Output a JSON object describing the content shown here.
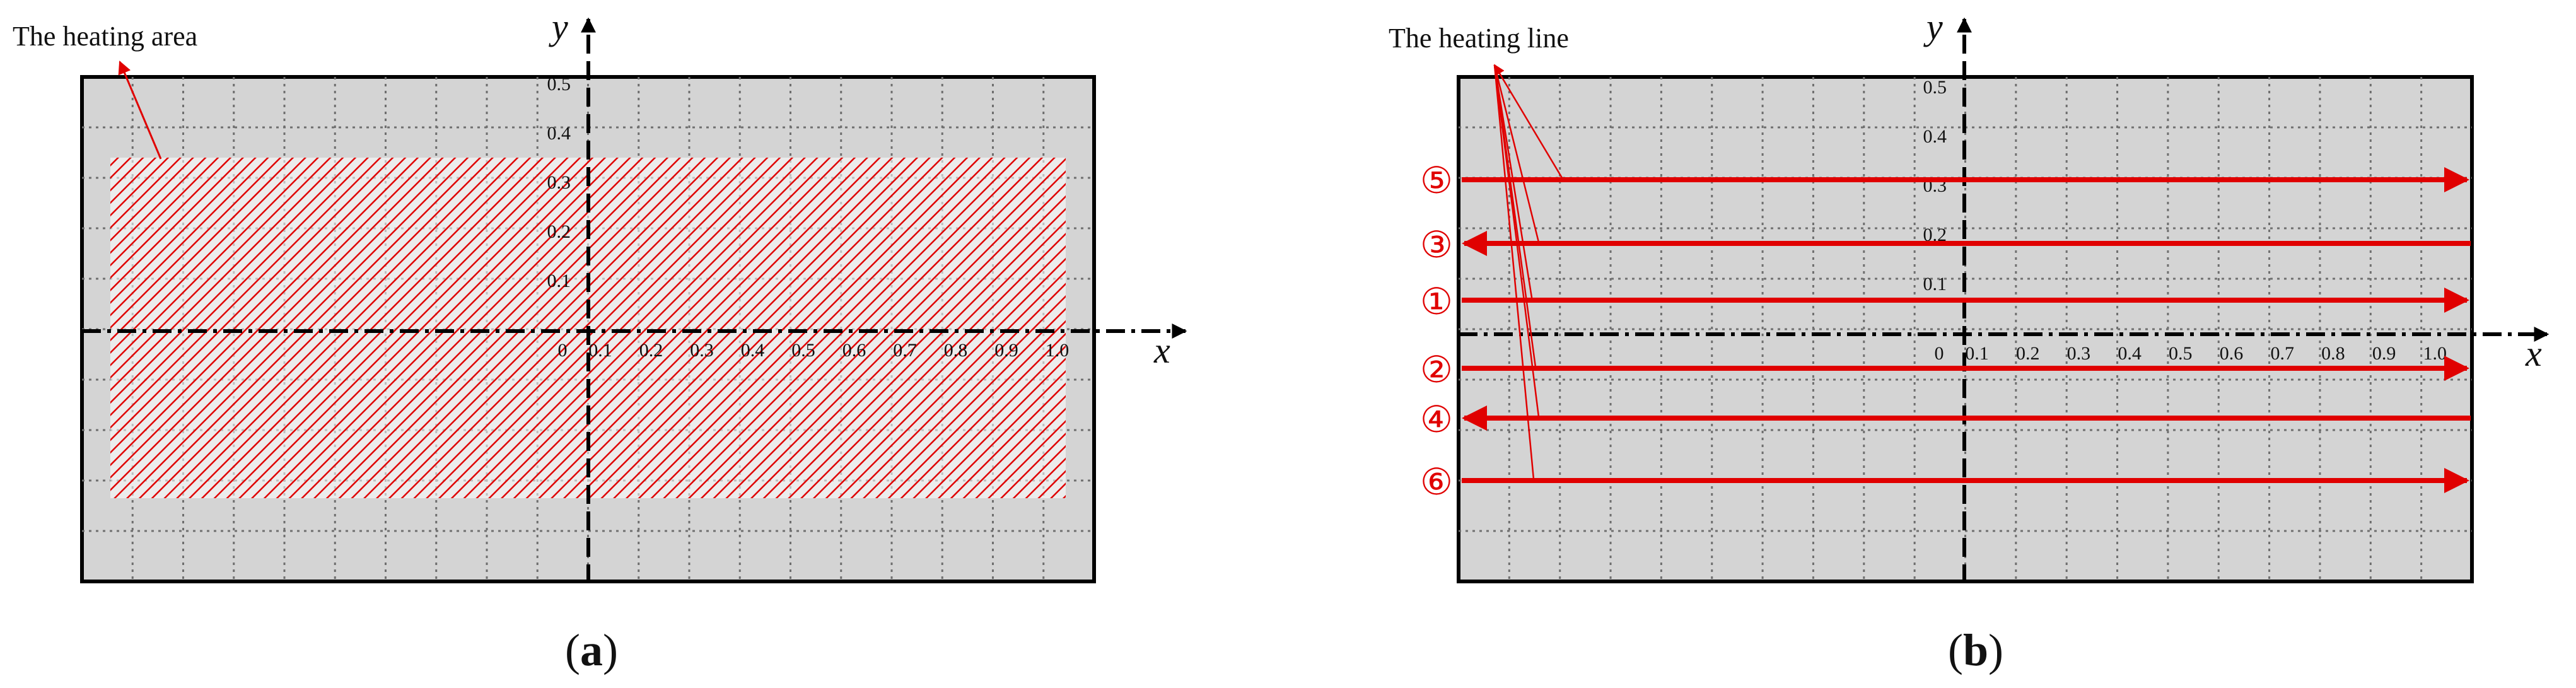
{
  "figure_a": {
    "annotation": "The heating area",
    "axis_x": "x",
    "axis_y": "y",
    "x_ticks": [
      "0",
      "0.1",
      "0.2",
      "0.3",
      "0.4",
      "0.5",
      "0.6",
      "0.7",
      "0.8",
      "0.9",
      "1.0"
    ],
    "y_ticks": [
      "0.1",
      "0.2",
      "0.3",
      "0.4",
      "0.5"
    ],
    "caption_open": "(",
    "caption_letter": "a",
    "caption_close": ")"
  },
  "figure_b": {
    "annotation": "The heating line",
    "axis_x": "x",
    "axis_y": "y",
    "x_ticks": [
      "0",
      "0.1",
      "0.2",
      "0.3",
      "0.4",
      "0.5",
      "0.6",
      "0.7",
      "0.8",
      "0.9",
      "1.0"
    ],
    "y_ticks": [
      "0.1",
      "0.2",
      "0.3",
      "0.4",
      "0.5"
    ],
    "lines": [
      {
        "label": "⑤",
        "direction": "right"
      },
      {
        "label": "③",
        "direction": "left"
      },
      {
        "label": "①",
        "direction": "right"
      },
      {
        "label": "②",
        "direction": "right"
      },
      {
        "label": "④",
        "direction": "left"
      },
      {
        "label": "⑥",
        "direction": "right"
      }
    ],
    "caption_open": "(",
    "caption_letter": "b",
    "caption_close": ")"
  },
  "colors": {
    "panel_fill": "#d4d4d4",
    "grid": "#6f6f6f",
    "heating": "#e00000",
    "axis": "#000000"
  }
}
